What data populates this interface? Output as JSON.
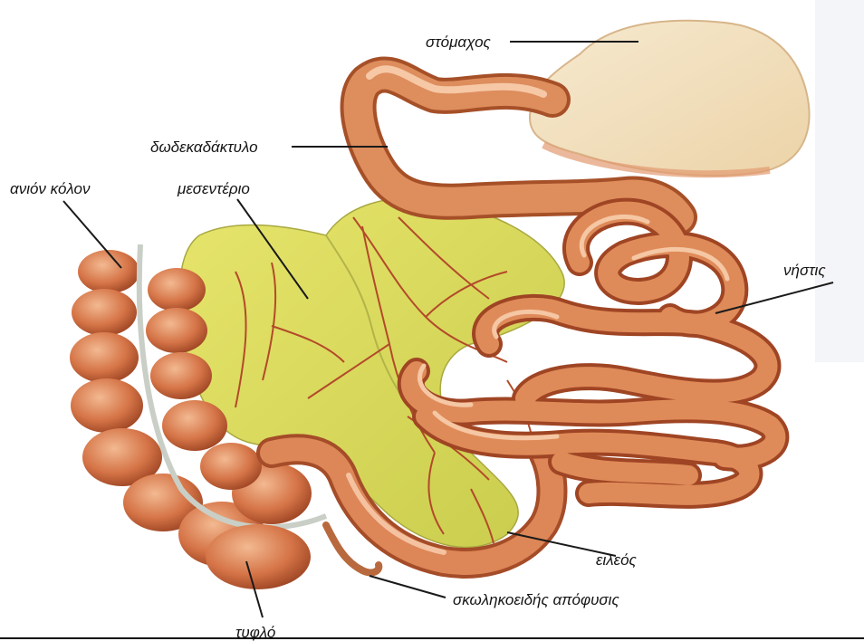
{
  "labels": {
    "stomach": "στόμαχος",
    "duodenum": "δωδεκαδάκτυλο",
    "ascending_colon": "ανιόν κόλον",
    "mesentery": "μεσεντέριο",
    "jejunum": "νήστις",
    "ileum": "ειλεός",
    "appendix": "σκωληκοειδής απόφυσις",
    "cecum": "τυφλό"
  },
  "colors": {
    "intestine": "#d98250",
    "intestine_dark": "#a8502a",
    "intestine_highlight": "#f3c09b",
    "mesentery": "#d9dc5a",
    "stomach": "#f4e3bf",
    "vessel": "#b34a2a"
  }
}
